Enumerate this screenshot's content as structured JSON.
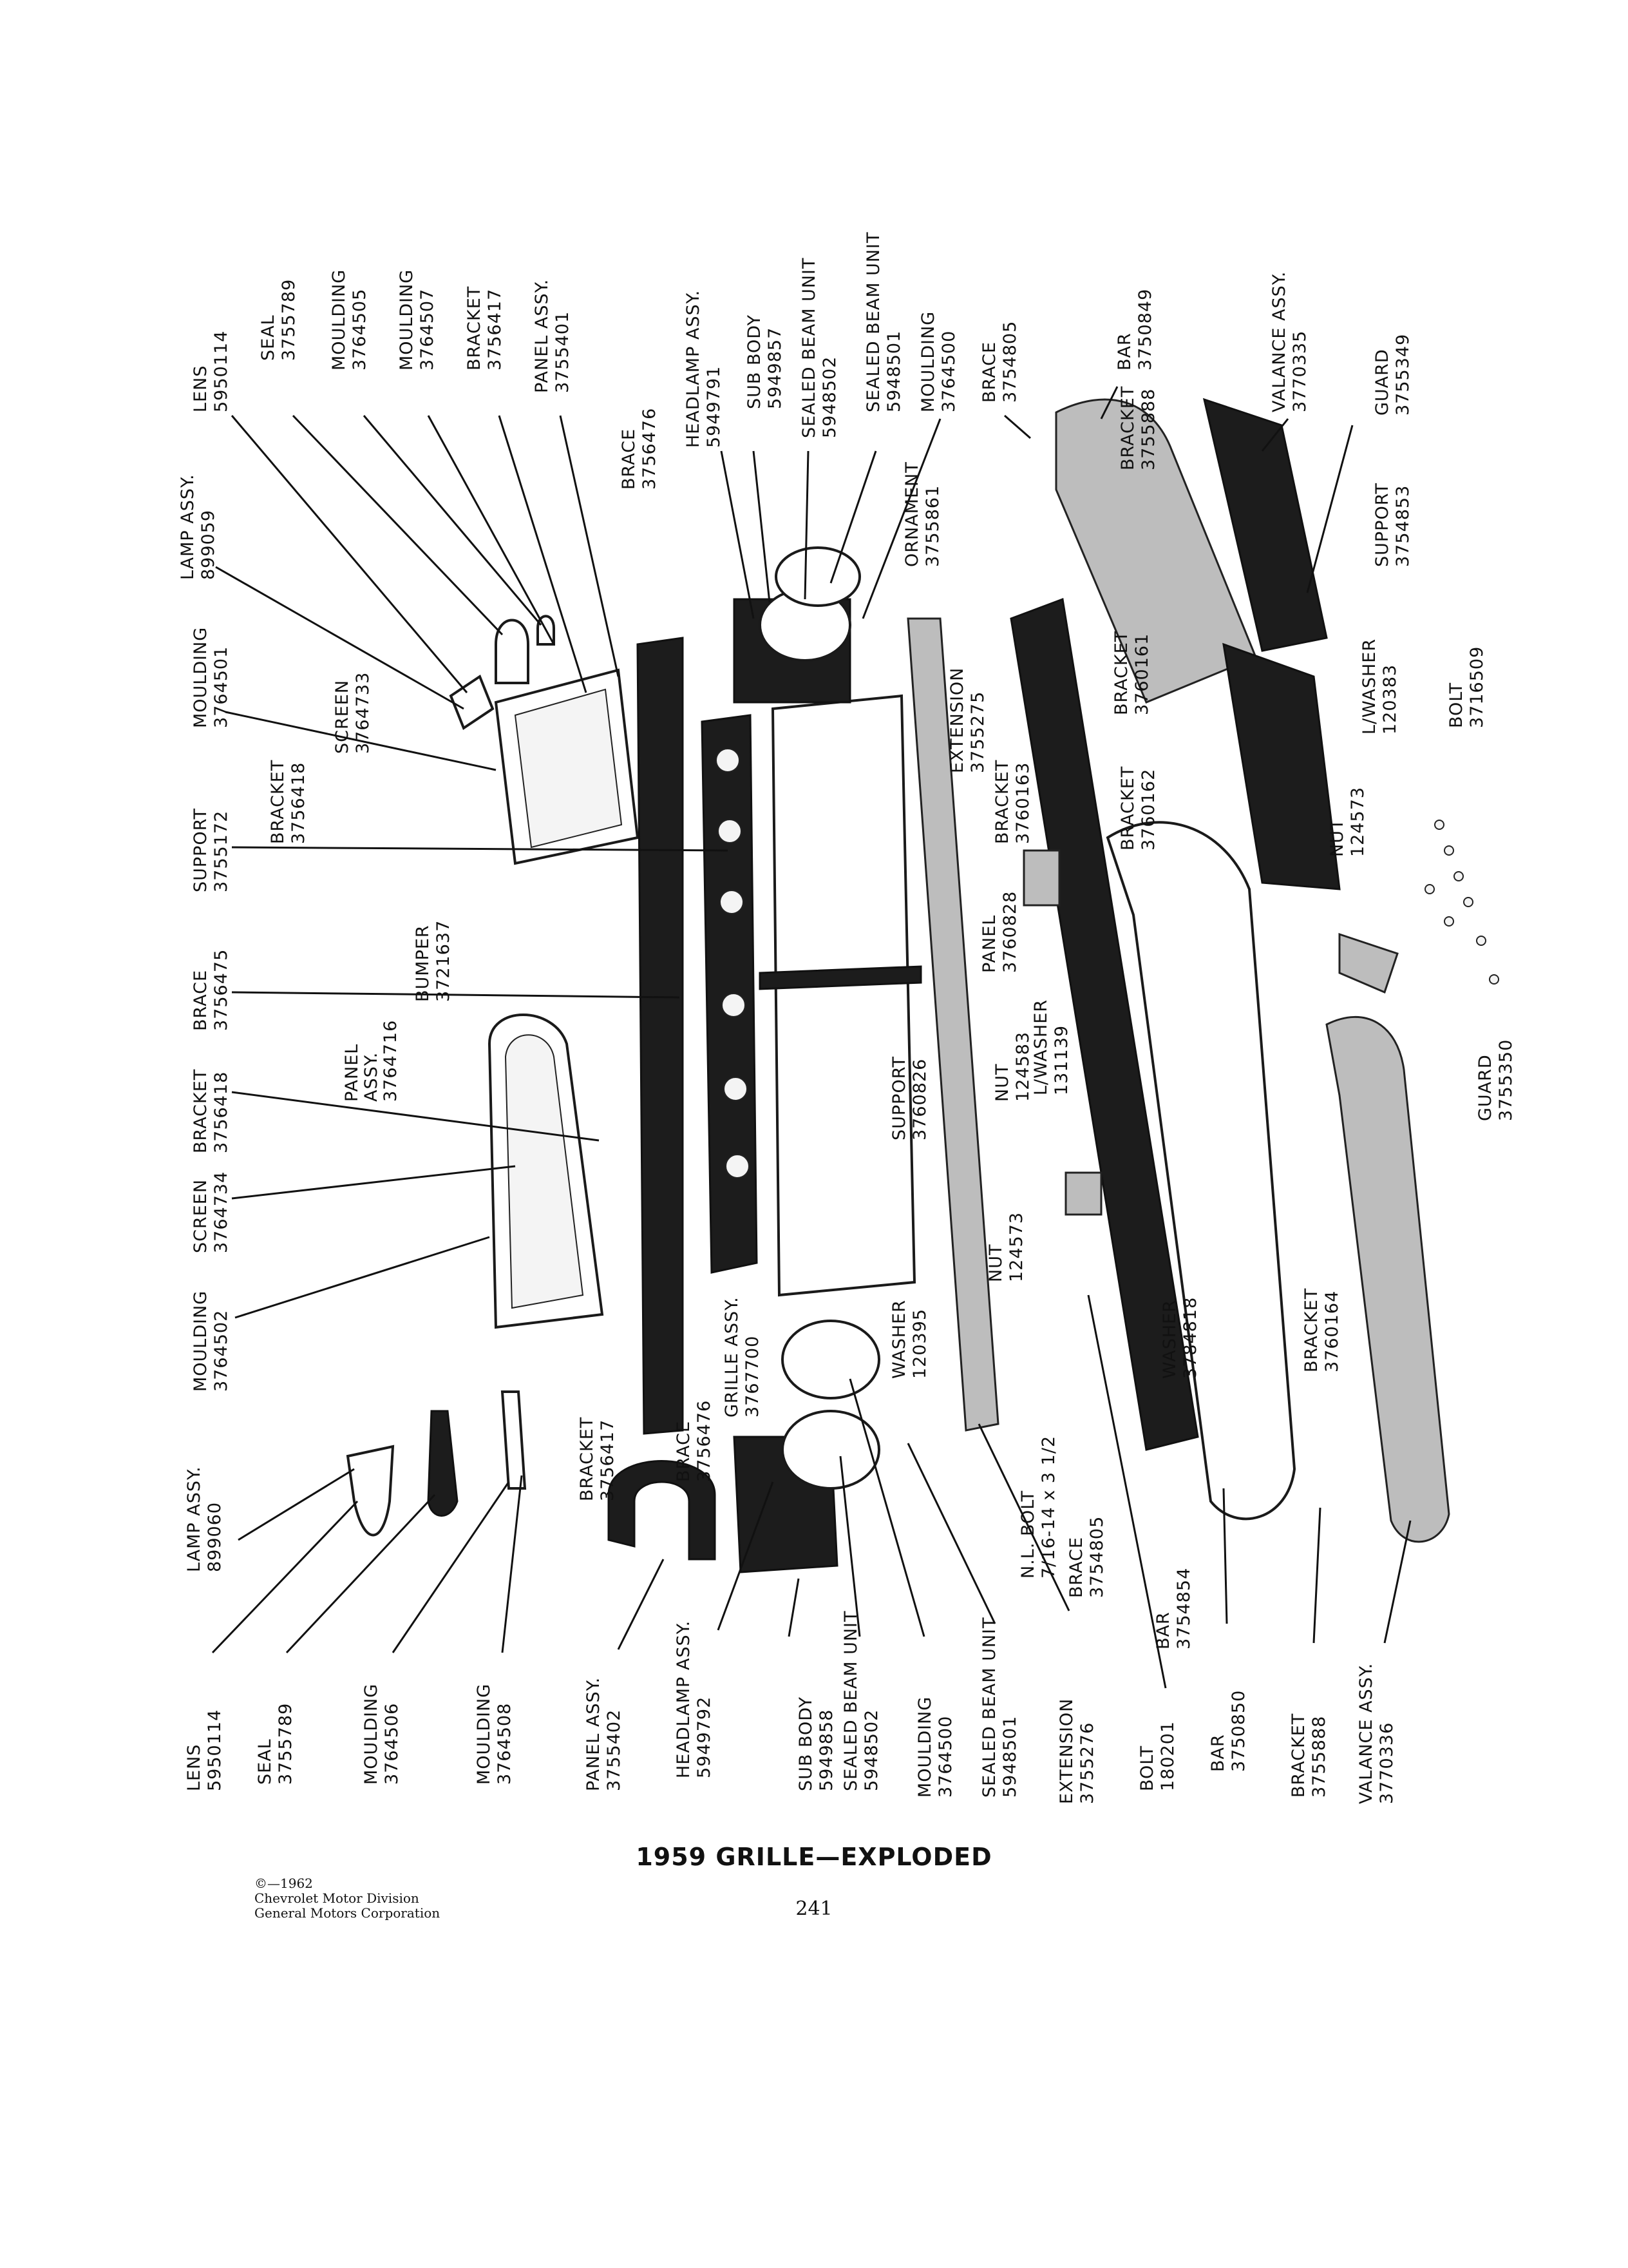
{
  "title": "1959 GRILLE—EXPLODED",
  "credits": [
    "©—1962",
    "Chevrolet Motor Division",
    "General Motors Corporation"
  ],
  "page_number": "241",
  "callouts_top": [
    [
      "LENS",
      "5950114"
    ],
    [
      "SEAL",
      "3755789"
    ],
    [
      "MOULDING",
      "3764505"
    ],
    [
      "MOULDING",
      "3764507"
    ],
    [
      "BRACKET",
      "3756417"
    ],
    [
      "PANEL ASSY.",
      "3755401"
    ],
    [
      "HEADLAMP ASSY.",
      "5949791"
    ],
    [
      "SUB BODY",
      "5949857"
    ],
    [
      "SEALED BEAM UNIT",
      "5948502"
    ],
    [
      "SEALED BEAM UNIT",
      "5948501"
    ],
    [
      "MOULDING",
      "3764500"
    ],
    [
      "BRACE",
      "3754805"
    ],
    [
      "BAR",
      "3750849"
    ],
    [
      "VALANCE ASSY.",
      "3770335"
    ],
    [
      "GUARD",
      "3755349"
    ]
  ],
  "callouts_bottom": [
    [
      "LENS",
      "5950114"
    ],
    [
      "SEAL",
      "3755789"
    ],
    [
      "MOULDING",
      "3764506"
    ],
    [
      "MOULDING",
      "3764508"
    ],
    [
      "PANEL ASSY.",
      "3755402"
    ],
    [
      "HEADLAMP ASSY.",
      "5949792"
    ],
    [
      "SUB BODY",
      "5949858"
    ],
    [
      "SEALED BEAM UNIT",
      "5948502"
    ],
    [
      "MOULDING",
      "3764500"
    ],
    [
      "SEALED BEAM UNIT",
      "5948501"
    ],
    [
      "EXTENSION",
      "3755276"
    ],
    [
      "BOLT",
      "180201"
    ],
    [
      "BAR",
      "3750850"
    ],
    [
      "BRACKET",
      "3755888"
    ],
    [
      "VALANCE ASSY.",
      "3770336"
    ]
  ],
  "callouts_left": [
    [
      "LAMP ASSY.",
      "899059"
    ],
    [
      "MOULDING",
      "3764501"
    ],
    [
      "SUPPORT",
      "3755172"
    ],
    [
      "BRACE",
      "3756475"
    ],
    [
      "BRACKET",
      "3756418"
    ],
    [
      "SCREEN",
      "3764734"
    ],
    [
      "MOULDING",
      "3764502"
    ],
    [
      "LAMP ASSY.",
      "899060"
    ]
  ],
  "callouts_inner": [
    [
      "SCREEN",
      "3764733"
    ],
    [
      "BRACKET",
      "3756418"
    ],
    [
      "BUMPER",
      "3721637"
    ],
    [
      "PANEL",
      "ASSY.",
      "3764716"
    ],
    [
      "BRACKET",
      "3756417"
    ],
    [
      "BRACE",
      "3756476"
    ],
    [
      "BRACE",
      "3756476"
    ],
    [
      "GRILLE ASSY.",
      "3767700"
    ],
    [
      "ORNAMENT",
      "3755861"
    ],
    [
      "EXTENSION",
      "3755275"
    ],
    [
      "PANEL",
      "3760828"
    ],
    [
      "SUPPORT",
      "3760826"
    ],
    [
      "WASHER",
      "120395"
    ],
    [
      "NUT",
      "124573"
    ],
    [
      "NUT",
      "124583"
    ],
    [
      "L/WASHER",
      "131139"
    ],
    [
      "N.L. BOLT",
      "7/16-14 x 3 1/2"
    ],
    [
      "BRACE",
      "3754805"
    ],
    [
      "BRACKET",
      "3760163"
    ],
    [
      "BRACKET",
      "3760161"
    ],
    [
      "BRACKET",
      "3760162"
    ],
    [
      "BRACKET",
      "3755888"
    ],
    [
      "SUPPORT",
      "3754853"
    ],
    [
      "L/WASHER",
      "120383"
    ],
    [
      "BOLT",
      "3716509"
    ],
    [
      "NUT",
      "124573"
    ],
    [
      "GUARD",
      "3755350"
    ],
    [
      "WASHER",
      "3784818"
    ],
    [
      "BRACKET",
      "3760164"
    ],
    [
      "BAR",
      "3754854"
    ]
  ]
}
